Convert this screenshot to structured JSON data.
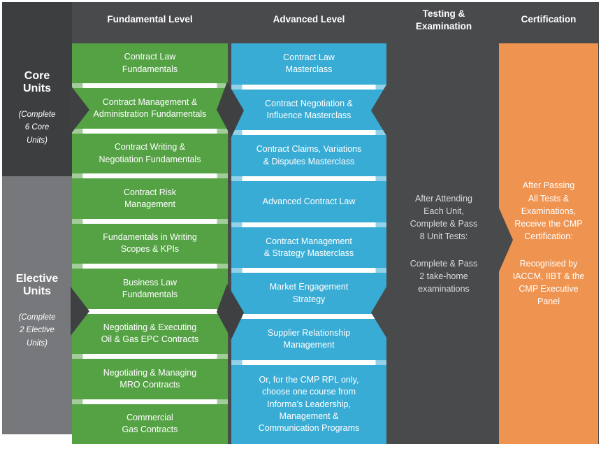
{
  "colors": {
    "background": "#494A4C",
    "core_panel": "#3C3E40",
    "elective_panel": "#77787B",
    "arrow": "#3E4042",
    "green": "#55A245",
    "blue": "#39ACD5",
    "orange": "#EF9350",
    "separator": "#FFFFFF"
  },
  "headers": {
    "fundamental": "Fundamental Level",
    "advanced": "Advanced Level",
    "testing": "Testing &\nExamination",
    "certification": "Certification"
  },
  "sidebar": {
    "core": {
      "title": "Core\nUnits",
      "note": "(Complete\n6 Core\nUnits)"
    },
    "elective": {
      "title": "Elective\nUnits",
      "note": "(Complete\n2 Elective\nUnits)"
    }
  },
  "fundamental_column": {
    "units": [
      {
        "text": "Contract Law\nFundamentals",
        "span": 1
      },
      {
        "text": "Contract Management &\nAdministration Fundamentals",
        "span": 1
      },
      {
        "text": "Contract Writing &\nNegotiation Fundamentals",
        "span": 1
      },
      {
        "text": "Contract Risk\nManagement",
        "span": 1
      },
      {
        "text": "Fundamentals in Writing\nScopes & KPIs",
        "span": 1
      },
      {
        "text": "Business Law\nFundamentals",
        "span": 1
      },
      {
        "text": "Negotiating & Executing\nOil & Gas EPC Contracts",
        "span": 1
      },
      {
        "text": "Negotiating & Managing\nMRO Contracts",
        "span": 1
      },
      {
        "text": "Commercial\nGas Contracts",
        "span": 1
      }
    ]
  },
  "advanced_column": {
    "units": [
      {
        "text": "Contract Law\nMasterclass",
        "span": 1
      },
      {
        "text": "Contract Negotiation &\nInfluence Masterclass",
        "span": 1
      },
      {
        "text": "Contract Claims, Variations\n& Disputes Masterclass",
        "span": 1
      },
      {
        "text": "Advanced Contract Law",
        "span": 1
      },
      {
        "text": "Contract Management\n& Strategy Masterclass",
        "span": 1
      },
      {
        "text": "Market Engagement\nStrategy",
        "span": 1
      },
      {
        "text": "Supplier Relationship\nManagement",
        "span": 1
      },
      {
        "text": "Or, for the CMP RPL only,\nchoose one course from\nInforma's Leadership,\nManagement &\nCommunication Programs",
        "span": 2
      }
    ]
  },
  "testing_column": {
    "para1": "After Attending\nEach Unit,\nComplete & Pass\n8 Unit Tests:",
    "para2": "Complete & Pass\n2 take-home\nexaminations"
  },
  "certification_column": {
    "para1": "After Passing\nAll Tests &\nExaminations,\nReceive the CMP\nCertification:",
    "para2": "Recognised by\nIACCM, IIBT & the\nCMP Executive\nPanel"
  }
}
